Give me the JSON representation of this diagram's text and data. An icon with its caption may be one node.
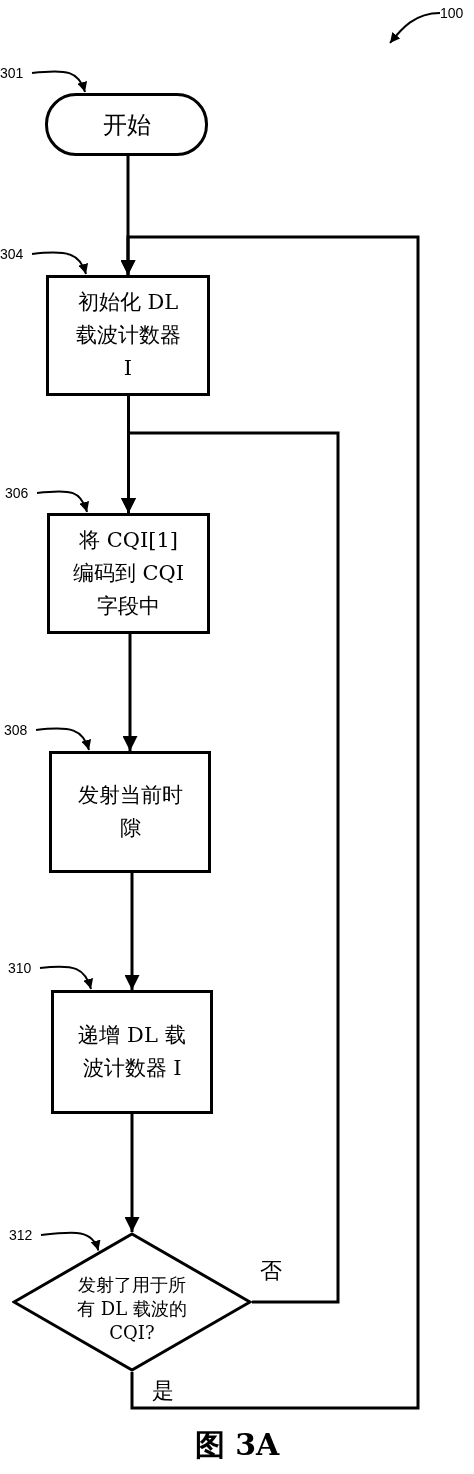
{
  "diagram": {
    "caption": "图 3A",
    "nodes": [
      {
        "text": [
          "开始"
        ]
      },
      {
        "text": [
          "初始化 DL 载波计数器 I"
        ]
      },
      {
        "text": [
          "将 CQI[1]编码到 CQI 字段中"
        ]
      },
      {
        "text": [
          "发射当前时隙"
        ]
      },
      {
        "text": [
          "递增 DL 载波计数器 I"
        ]
      },
      {
        "text": [
          "发射了用于所有 DL 载波的 CQI?"
        ]
      },
      {
        "text": [
          "301"
        ]
      },
      {
        "text": [
          "304"
        ]
      },
      {
        "text": [
          "306"
        ]
      },
      {
        "text": [
          "308"
        ]
      },
      {
        "text": [
          "310"
        ]
      },
      {
        "text": [
          "312"
        ]
      },
      {
        "text": [
          "100"
        ]
      }
    ],
    "edges": [
      {
        "from": 0,
        "to": 1,
        "arrow": "to"
      },
      {
        "from": 1,
        "to": 2,
        "arrow": "to"
      },
      {
        "from": 2,
        "to": 3,
        "arrow": "to"
      },
      {
        "from": 3,
        "to": 4,
        "arrow": "to"
      },
      {
        "from": 4,
        "to": 5,
        "arrow": "to"
      },
      {
        "from": 5,
        "to": 2,
        "arrow": "to",
        "label": "否"
      },
      {
        "from": 5,
        "to": 1,
        "arrow": "to",
        "label": "是"
      },
      {
        "from": 6,
        "to": 0,
        "arrow": "to"
      },
      {
        "from": 7,
        "to": 1,
        "arrow": "to"
      },
      {
        "from": 8,
        "to": 2,
        "arrow": "to"
      },
      {
        "from": 9,
        "to": 3,
        "arrow": "to"
      },
      {
        "from": 10,
        "to": 4,
        "arrow": "to"
      },
      {
        "from": 11,
        "to": 5,
        "arrow": "to"
      },
      {
        "from": 12,
        "to": null,
        "arrow": "to"
      }
    ]
  }
}
